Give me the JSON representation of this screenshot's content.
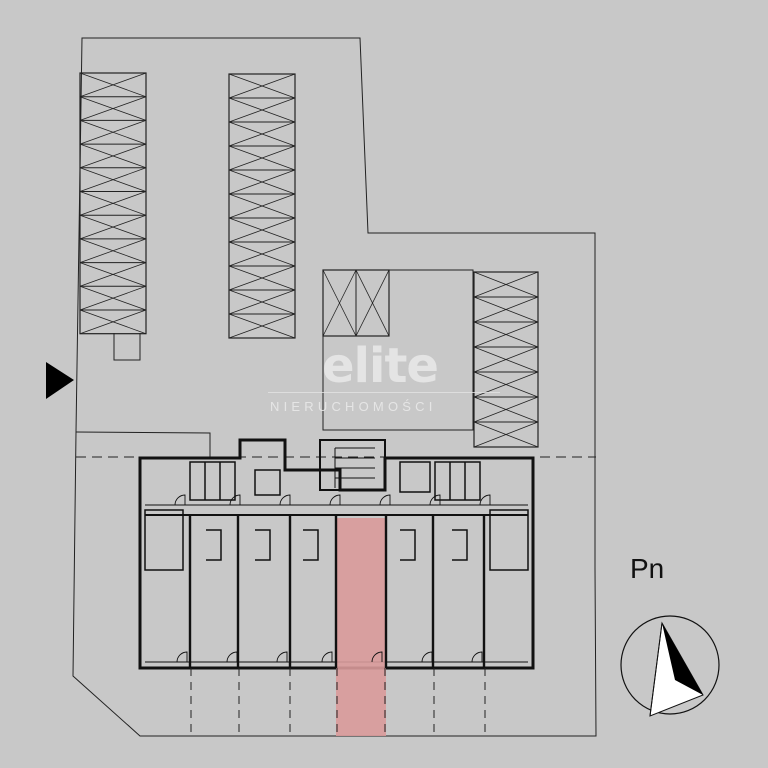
{
  "watermark": {
    "brand": "elite",
    "tagline": "NIERUCHOMOŚCI"
  },
  "orientation": {
    "label": "Pn",
    "icon": "north-arrow-icon"
  },
  "entrance_marker": {
    "icon": "entrance-arrow-icon"
  },
  "colors": {
    "background": "#c8c8c8",
    "line": "#111111",
    "highlight": "#d99a9a"
  },
  "highlighted_unit": {
    "description": "selected unit"
  }
}
